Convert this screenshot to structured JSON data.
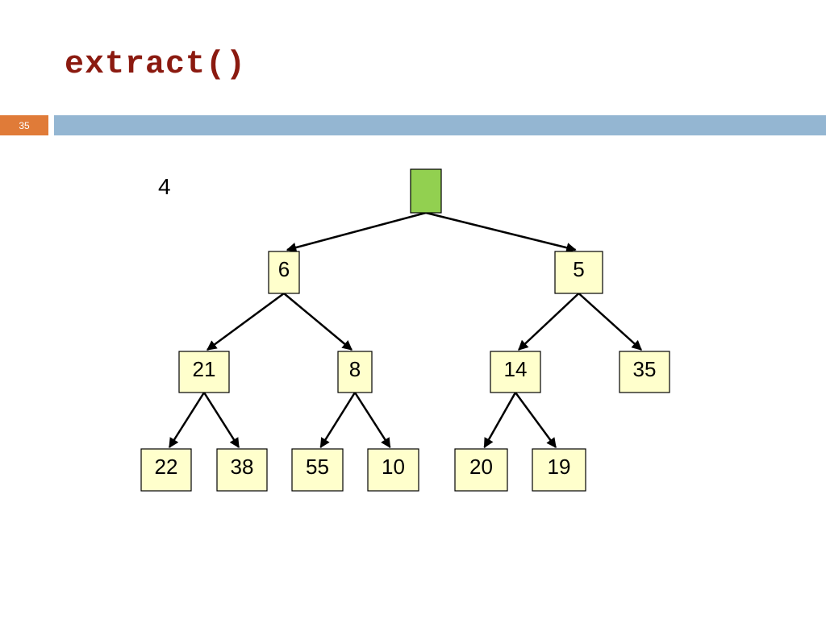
{
  "slide": {
    "title": "extract()",
    "page_number": "35",
    "extracted_value": "4"
  },
  "colors": {
    "title": "#8b1a10",
    "badge": "#e07b38",
    "rule": "#94b6d2",
    "node_fill": "#ffffcc",
    "root_fill": "#92d050"
  },
  "heap": {
    "root": "",
    "nodes": [
      "6",
      "5",
      "21",
      "8",
      "14",
      "35",
      "22",
      "38",
      "55",
      "10",
      "20",
      "19"
    ]
  }
}
